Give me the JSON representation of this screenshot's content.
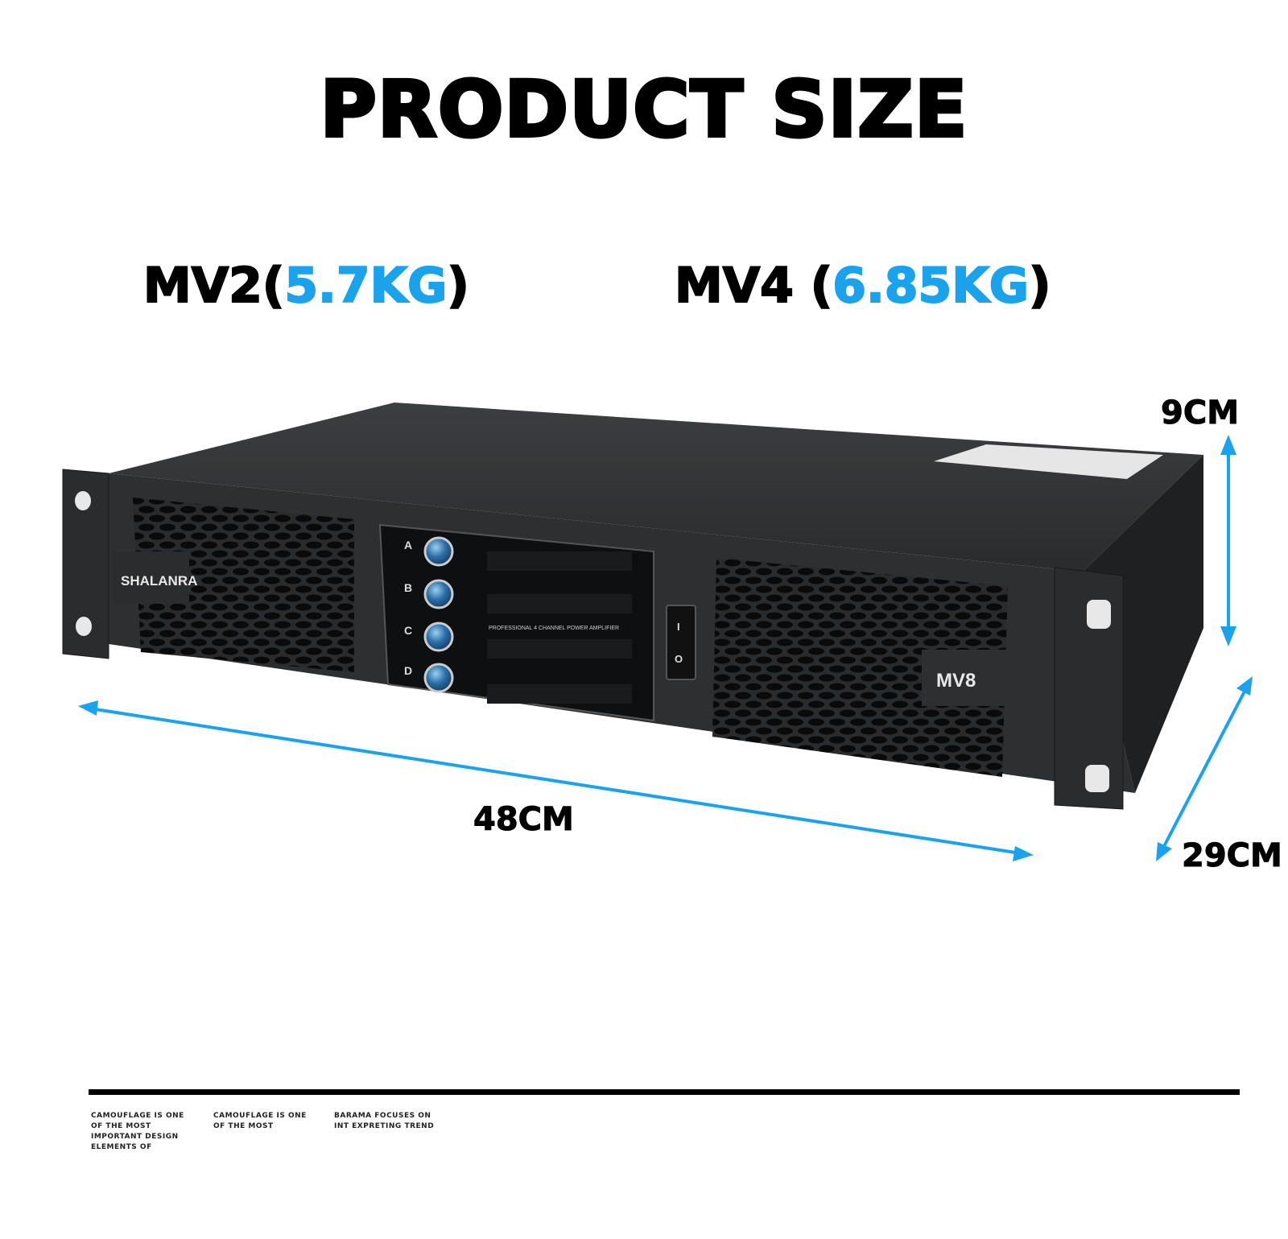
{
  "title": "PRODUCT SIZE",
  "models": [
    {
      "name": "MV2(",
      "weight": "5.7KG",
      "close": ")"
    },
    {
      "name": "MV4 (",
      "weight": "6.85KG",
      "close": ")"
    }
  ],
  "dimensions": {
    "height": "9CM",
    "width": "48CM",
    "depth": "29CM"
  },
  "device": {
    "brand": "SHALANRA",
    "model_badge": "MV8",
    "channels": [
      "A",
      "B",
      "C",
      "D"
    ],
    "display_text": "PROFESSIONAL 4 CHANNEL POWER AMPLIFIER",
    "switch_on": "I",
    "switch_off": "O"
  },
  "footer": {
    "col1": "CAMOUFLAGE IS ONE OF THE MOST IMPORTANT DESIGN ELEMENTS OF",
    "col2": "CAMOUFLAGE IS ONE OF THE MOST",
    "col3": "BARAMA FOCUSES ON INT EXPRETING TREND"
  },
  "colors": {
    "accent": "#1aa3ec",
    "device_body": "#2e2f31",
    "text": "#000000"
  }
}
